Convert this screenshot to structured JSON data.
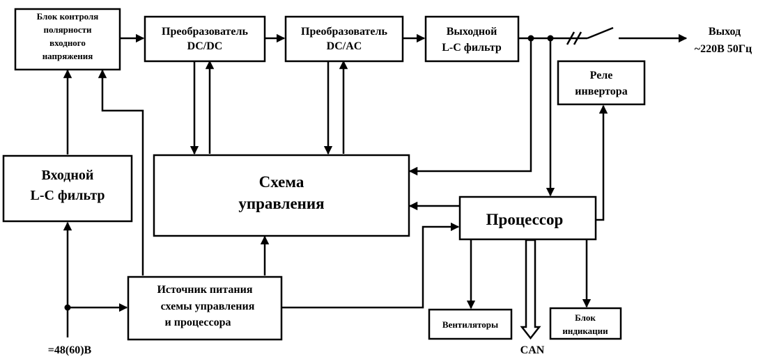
{
  "blocks": {
    "polarity": {
      "lines": [
        "Блок контроля",
        "полярности",
        "входного",
        "напряжения"
      ]
    },
    "dcdc": {
      "lines": [
        "Преобразователь",
        "DC/DC"
      ]
    },
    "dcac": {
      "lines": [
        "Преобразователь",
        "DC/AC"
      ]
    },
    "out_filter": {
      "lines": [
        "Выходной",
        "L-C фильтр"
      ]
    },
    "relay": {
      "lines": [
        "Реле",
        "инвертора"
      ]
    },
    "in_filter": {
      "lines": [
        "Входной",
        "L-C фильтр"
      ]
    },
    "control": {
      "lines": [
        "Схема",
        "управления"
      ]
    },
    "processor": {
      "lines": [
        "Процессор"
      ]
    },
    "power_supply": {
      "lines": [
        "Источник питания",
        "схемы управления",
        "и процессора"
      ]
    },
    "fans": {
      "lines": [
        "Вентиляторы"
      ]
    },
    "indication": {
      "lines": [
        "Блок",
        "индикации"
      ]
    }
  },
  "labels": {
    "output": [
      "Выход",
      "~220В 50Гц"
    ],
    "input": "=48(60)В",
    "can": "CAN"
  }
}
